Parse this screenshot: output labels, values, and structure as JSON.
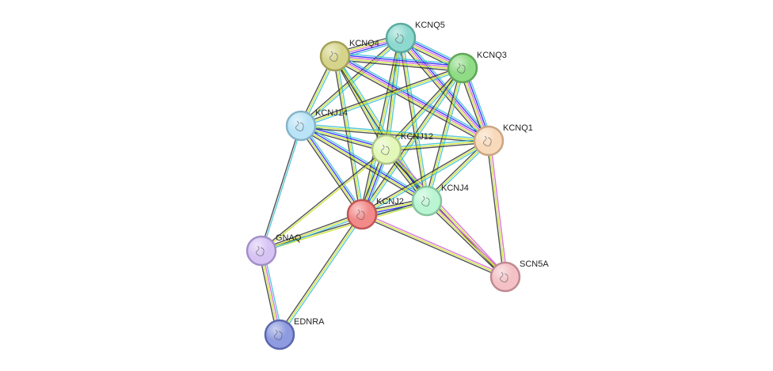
{
  "network": {
    "nodes": [
      {
        "id": "KCNQ5",
        "label": "KCNQ5",
        "fill": "#8ed9cf",
        "stroke": "#5aa99e"
      },
      {
        "id": "KCNQ4",
        "label": "KCNQ4",
        "fill": "#d6d48a",
        "stroke": "#a3a158"
      },
      {
        "id": "KCNQ3",
        "label": "KCNQ3",
        "fill": "#8fdb86",
        "stroke": "#5fa656"
      },
      {
        "id": "KCNJ14",
        "label": "KCNJ14",
        "fill": "#b9e3f7",
        "stroke": "#86b3c8"
      },
      {
        "id": "KCNJ12",
        "label": "KCNJ12",
        "fill": "#e2f7b8",
        "stroke": "#aec684"
      },
      {
        "id": "KCNQ1",
        "label": "KCNQ1",
        "fill": "#f8d9b9",
        "stroke": "#c9a585"
      },
      {
        "id": "KCNJ4",
        "label": "KCNJ4",
        "fill": "#b9f5d2",
        "stroke": "#86c49f"
      },
      {
        "id": "KCNJ2",
        "label": "KCNJ2",
        "fill": "#f38a8a",
        "stroke": "#c05555"
      },
      {
        "id": "GNAQ",
        "label": "GNAQ",
        "fill": "#d7c4f5",
        "stroke": "#a28fc8"
      },
      {
        "id": "SCN5A",
        "label": "SCN5A",
        "fill": "#f3c1c6",
        "stroke": "#c08a90"
      },
      {
        "id": "EDNRA",
        "label": "EDNRA",
        "fill": "#8e9be0",
        "stroke": "#5b66ad"
      }
    ],
    "edges": [
      {
        "source": "KCNQ5",
        "target": "KCNQ4",
        "colors": [
          "#3dbfd4",
          "#1a1aff",
          "#d45cd4",
          "#c8e01e",
          "#333333"
        ]
      },
      {
        "source": "KCNQ5",
        "target": "KCNQ3",
        "colors": [
          "#3dbfd4",
          "#1a1aff",
          "#d45cd4",
          "#c8e01e",
          "#333333"
        ]
      },
      {
        "source": "KCNQ5",
        "target": "KCNQ1",
        "colors": [
          "#3dbfd4",
          "#1a1aff",
          "#d45cd4",
          "#c8e01e",
          "#333333"
        ]
      },
      {
        "source": "KCNQ5",
        "target": "KCNJ14",
        "colors": [
          "#3dbfd4",
          "#c8e01e",
          "#333333"
        ]
      },
      {
        "source": "KCNQ5",
        "target": "KCNJ12",
        "colors": [
          "#3dbfd4",
          "#c8e01e",
          "#333333"
        ]
      },
      {
        "source": "KCNQ5",
        "target": "KCNJ4",
        "colors": [
          "#3dbfd4",
          "#c8e01e",
          "#333333"
        ]
      },
      {
        "source": "KCNQ5",
        "target": "KCNJ2",
        "colors": [
          "#3dbfd4",
          "#c8e01e",
          "#333333"
        ]
      },
      {
        "source": "KCNQ4",
        "target": "KCNQ3",
        "colors": [
          "#3dbfd4",
          "#1a1aff",
          "#d45cd4",
          "#c8e01e",
          "#333333"
        ]
      },
      {
        "source": "KCNQ4",
        "target": "KCNQ1",
        "colors": [
          "#3dbfd4",
          "#1a1aff",
          "#d45cd4",
          "#c8e01e",
          "#333333"
        ]
      },
      {
        "source": "KCNQ4",
        "target": "KCNJ14",
        "colors": [
          "#3dbfd4",
          "#c8e01e",
          "#333333"
        ]
      },
      {
        "source": "KCNQ4",
        "target": "KCNJ12",
        "colors": [
          "#3dbfd4",
          "#c8e01e",
          "#333333"
        ]
      },
      {
        "source": "KCNQ4",
        "target": "KCNJ4",
        "colors": [
          "#3dbfd4",
          "#c8e01e",
          "#333333"
        ]
      },
      {
        "source": "KCNQ4",
        "target": "KCNJ2",
        "colors": [
          "#3dbfd4",
          "#c8e01e",
          "#333333"
        ]
      },
      {
        "source": "KCNQ3",
        "target": "KCNQ1",
        "colors": [
          "#3dbfd4",
          "#1a1aff",
          "#d45cd4",
          "#c8e01e",
          "#333333"
        ]
      },
      {
        "source": "KCNQ3",
        "target": "KCNJ14",
        "colors": [
          "#3dbfd4",
          "#c8e01e",
          "#333333"
        ]
      },
      {
        "source": "KCNQ3",
        "target": "KCNJ12",
        "colors": [
          "#3dbfd4",
          "#c8e01e",
          "#333333"
        ]
      },
      {
        "source": "KCNQ3",
        "target": "KCNJ4",
        "colors": [
          "#3dbfd4",
          "#c8e01e",
          "#333333"
        ]
      },
      {
        "source": "KCNQ3",
        "target": "KCNJ2",
        "colors": [
          "#3dbfd4",
          "#c8e01e",
          "#333333"
        ]
      },
      {
        "source": "KCNJ14",
        "target": "KCNJ12",
        "colors": [
          "#3dbfd4",
          "#1a1aff",
          "#c8e01e",
          "#333333"
        ]
      },
      {
        "source": "KCNJ14",
        "target": "KCNJ4",
        "colors": [
          "#3dbfd4",
          "#1a1aff",
          "#c8e01e",
          "#333333"
        ]
      },
      {
        "source": "KCNJ14",
        "target": "KCNJ2",
        "colors": [
          "#3dbfd4",
          "#1a1aff",
          "#c8e01e",
          "#333333"
        ]
      },
      {
        "source": "KCNJ14",
        "target": "KCNQ1",
        "colors": [
          "#3dbfd4",
          "#c8e01e",
          "#333333"
        ]
      },
      {
        "source": "KCNJ14",
        "target": "GNAQ",
        "colors": [
          "#3dbfd4",
          "#333333"
        ]
      },
      {
        "source": "KCNJ12",
        "target": "KCNQ1",
        "colors": [
          "#3dbfd4",
          "#c8e01e",
          "#333333"
        ]
      },
      {
        "source": "KCNJ12",
        "target": "KCNJ4",
        "colors": [
          "#3dbfd4",
          "#1a1aff",
          "#c8e01e",
          "#333333"
        ]
      },
      {
        "source": "KCNJ12",
        "target": "KCNJ2",
        "colors": [
          "#3dbfd4",
          "#1a1aff",
          "#c8e01e",
          "#333333"
        ]
      },
      {
        "source": "KCNJ12",
        "target": "GNAQ",
        "colors": [
          "#c8e01e",
          "#333333"
        ]
      },
      {
        "source": "KCNJ12",
        "target": "SCN5A",
        "colors": [
          "#d45cd4",
          "#c8e01e",
          "#333333"
        ]
      },
      {
        "source": "KCNQ1",
        "target": "KCNJ4",
        "colors": [
          "#3dbfd4",
          "#c8e01e",
          "#333333"
        ]
      },
      {
        "source": "KCNQ1",
        "target": "KCNJ2",
        "colors": [
          "#3dbfd4",
          "#c8e01e",
          "#333333"
        ]
      },
      {
        "source": "KCNQ1",
        "target": "SCN5A",
        "colors": [
          "#d45cd4",
          "#c8e01e",
          "#333333"
        ]
      },
      {
        "source": "KCNJ4",
        "target": "KCNJ2",
        "colors": [
          "#3dbfd4",
          "#1a1aff",
          "#c8e01e",
          "#333333"
        ]
      },
      {
        "source": "KCNJ4",
        "target": "SCN5A",
        "colors": [
          "#d45cd4",
          "#c8e01e",
          "#333333"
        ]
      },
      {
        "source": "KCNJ4",
        "target": "GNAQ",
        "colors": [
          "#c8e01e",
          "#333333"
        ]
      },
      {
        "source": "KCNJ2",
        "target": "GNAQ",
        "colors": [
          "#3dbfd4",
          "#c8e01e",
          "#333333"
        ]
      },
      {
        "source": "KCNJ2",
        "target": "SCN5A",
        "colors": [
          "#d45cd4",
          "#c8e01e",
          "#333333"
        ]
      },
      {
        "source": "KCNJ2",
        "target": "EDNRA",
        "colors": [
          "#3dbfd4",
          "#c8e01e",
          "#333333"
        ]
      },
      {
        "source": "GNAQ",
        "target": "EDNRA",
        "colors": [
          "#3dbfd4",
          "#d45cd4",
          "#c8e01e",
          "#333333"
        ]
      }
    ]
  }
}
